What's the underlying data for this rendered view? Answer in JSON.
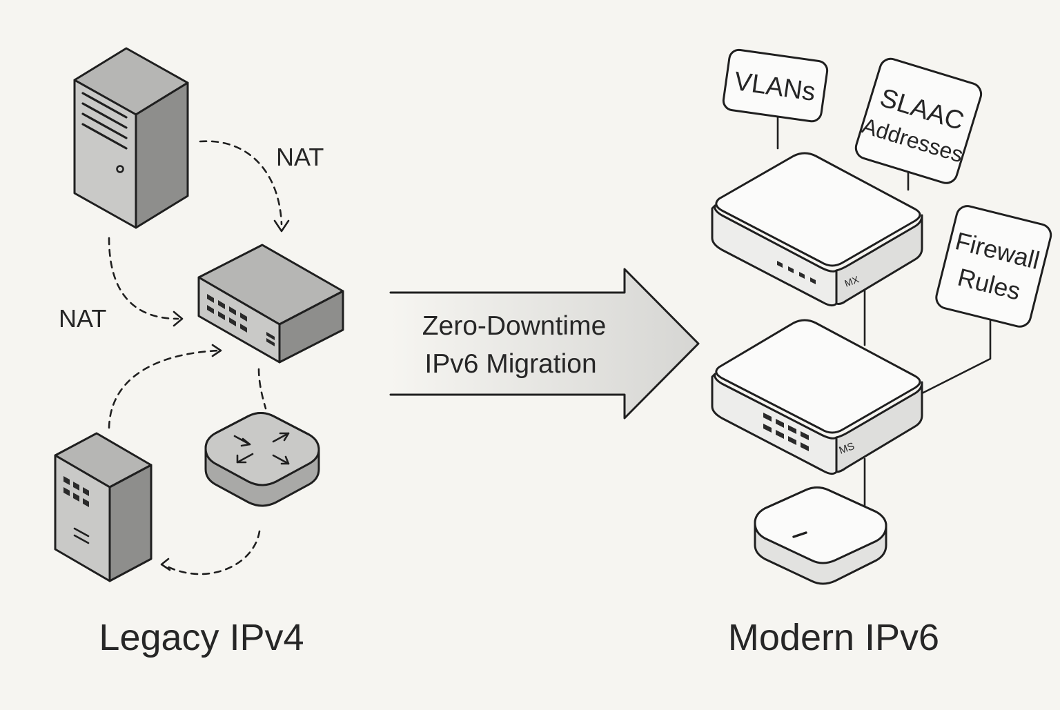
{
  "legacy": {
    "title": "Legacy IPv4",
    "nat_label_top": "NAT",
    "nat_label_left": "NAT"
  },
  "migration": {
    "line1": "Zero-Downtime",
    "line2": "IPv6 Migration"
  },
  "modern": {
    "title": "Modern IPv6",
    "tags": {
      "vlans": "VLANs",
      "slaac_1": "SLAAC",
      "slaac_2": "Addresses",
      "firewall_1": "Firewall",
      "firewall_2": "Rules"
    },
    "devices": {
      "mx_label": "MX",
      "ms_label": "MS"
    }
  }
}
